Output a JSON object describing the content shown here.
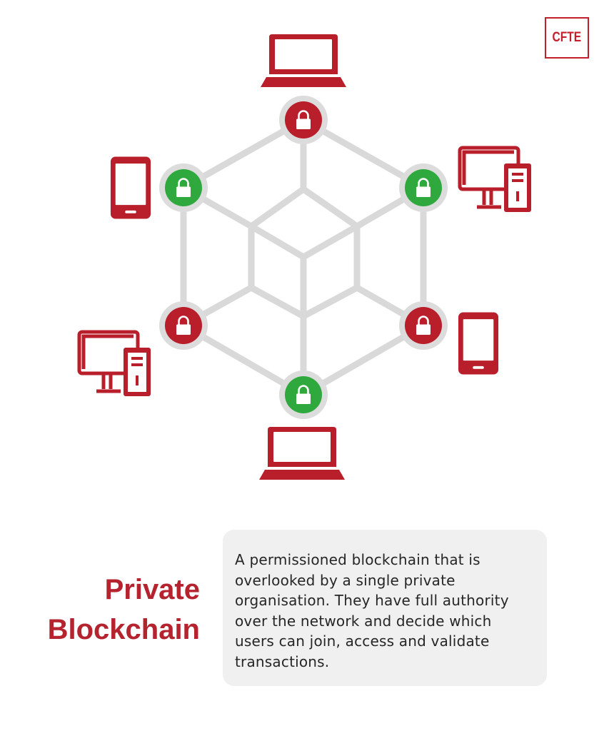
{
  "brand": {
    "logo_text": "CFTE",
    "accent_color": "#c41f2c"
  },
  "diagram": {
    "type": "private-blockchain-network",
    "node_colors": {
      "restricted": "#b81f2b",
      "permitted": "#2fa83d",
      "connection": "#d9d9d9"
    },
    "nodes": [
      {
        "name": "top",
        "status": "restricted",
        "device": "laptop"
      },
      {
        "name": "upper-left",
        "status": "permitted",
        "device": "mobile"
      },
      {
        "name": "upper-right",
        "status": "permitted",
        "device": "desktop"
      },
      {
        "name": "lower-left",
        "status": "restricted",
        "device": "desktop"
      },
      {
        "name": "lower-right",
        "status": "restricted",
        "device": "mobile"
      },
      {
        "name": "bottom",
        "status": "permitted",
        "device": "laptop"
      }
    ]
  },
  "content": {
    "title_line1": "Private",
    "title_line2": "Blockchain",
    "description": "A permissioned blockchain that is overlooked by a single private organisation. They have full authority over the network and decide which users can join, access and validate transactions."
  }
}
